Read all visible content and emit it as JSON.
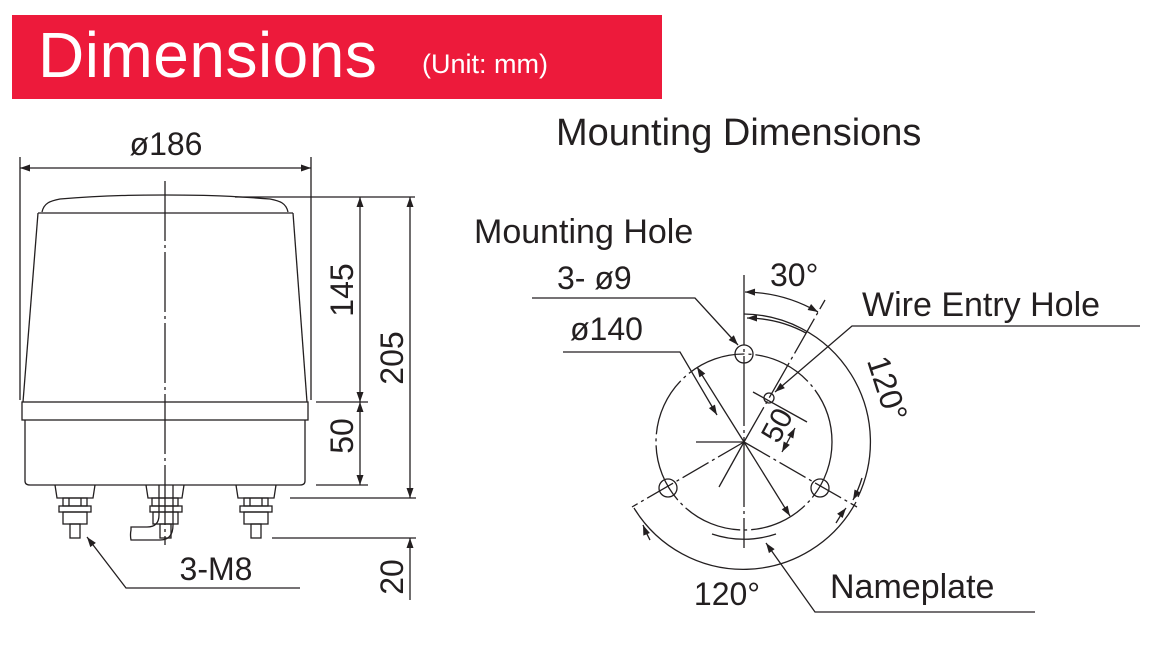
{
  "banner": {
    "title": "Dimensions",
    "unit": "(Unit: mm)",
    "color": "#ed1a3b"
  },
  "side_view": {
    "diameter_label": "ø186",
    "lens_height_label": "145",
    "overall_height_label": "205",
    "base_height_label": "50",
    "stud_length_label": "20",
    "stud_label": "3-M8"
  },
  "mounting": {
    "title": "Mounting Dimensions",
    "mounting_hole_label": "Mounting Hole",
    "hole_size_label": "3- ø9",
    "pcd_label": "ø140",
    "angle_top_label": "30°",
    "wire_entry_label": "Wire Entry Hole",
    "angle_right_label": "120°",
    "wire_offset_label": "50",
    "angle_bottom_label": "120°",
    "nameplate_label": "Nameplate"
  }
}
